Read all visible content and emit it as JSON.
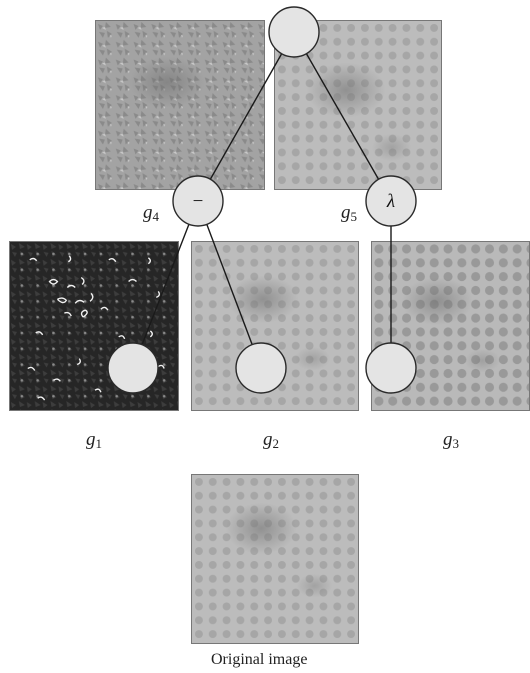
{
  "panels": {
    "g4": {
      "label_main": "g",
      "label_sub": "4"
    },
    "g5": {
      "label_main": "g",
      "label_sub": "5"
    },
    "g1": {
      "label_main": "g",
      "label_sub": "1"
    },
    "g2": {
      "label_main": "g",
      "label_sub": "2"
    },
    "g3": {
      "label_main": "g",
      "label_sub": "3"
    }
  },
  "original": {
    "caption": "Original image"
  },
  "nodes": {
    "minus_op": "−",
    "lambda_op": "λ"
  },
  "colors": {
    "node_fill": "#e4e4e4",
    "node_stroke": "#2a2a2a",
    "edge": "#1a1a1a",
    "g1_background": "#262626",
    "g4_background": "#9c9c9c",
    "grey_panel_background": "#b5b5b5"
  }
}
